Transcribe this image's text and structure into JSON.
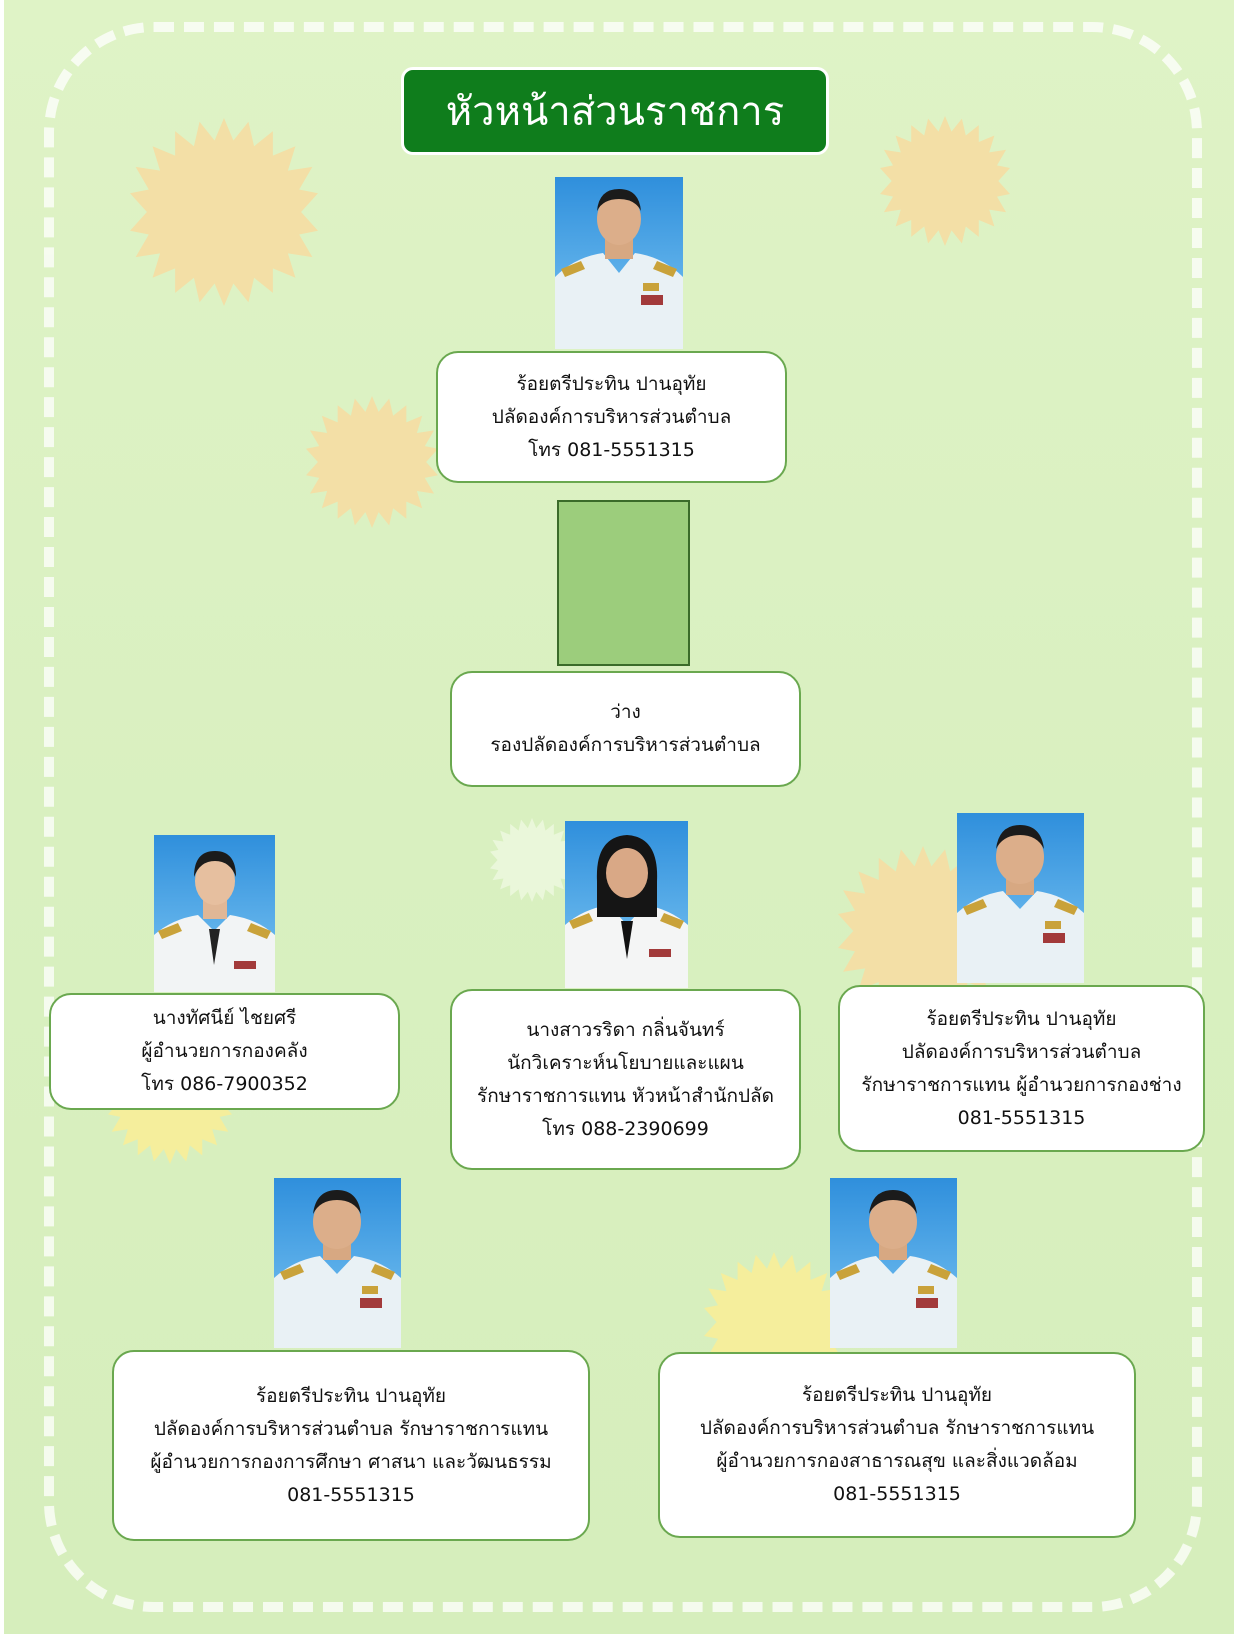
{
  "header": {
    "title": "หัวหน้าส่วนราชการ"
  },
  "colors": {
    "background": "#dcf2c4",
    "title_bg": "#0f7d1c",
    "card_border": "#6aa84f",
    "vacant_box": "#9ccd7c"
  },
  "cards": [
    {
      "lines": [
        "ร้อยตรีประทิน ปานอุทัย",
        "ปลัดองค์การบริหารส่วนตำบล",
        "โทร 081-5551315"
      ]
    },
    {
      "lines": [
        "ว่าง",
        "รองปลัดองค์การบริหารส่วนตำบล"
      ]
    },
    {
      "lines": [
        "นางทัศนีย์  ไชยศรี",
        "ผู้อำนวยการกองคลัง",
        "โทร 086-7900352"
      ]
    },
    {
      "lines": [
        "นางสาวรริดา  กลิ่นจันทร์",
        "นักวิเคราะห์นโยบายและแผน",
        "รักษาราชการแทน หัวหน้าสำนักปลัด",
        "โทร 088-2390699"
      ]
    },
    {
      "lines": [
        "ร้อยตรีประทิน  ปานอุทัย",
        "ปลัดองค์การบริหารส่วนตำบล",
        "รักษาราชการแทน ผู้อำนวยการกองช่าง",
        "081-5551315"
      ]
    },
    {
      "lines": [
        "ร้อยตรีประทิน  ปานอุทัย",
        "ปลัดองค์การบริหารส่วนตำบล รักษาราชการแทน",
        "ผู้อำนวยการกองการศึกษา ศาสนา และวัฒนธรรม",
        "081-5551315"
      ]
    },
    {
      "lines": [
        "ร้อยตรีประทิน  ปานอุทัย",
        "ปลัดองค์การบริหารส่วนตำบล รักษาราชการแทน",
        "ผู้อำนวยการกองสาธารณสุข และสิ่งแวดล้อม",
        "081-5551315"
      ]
    }
  ]
}
